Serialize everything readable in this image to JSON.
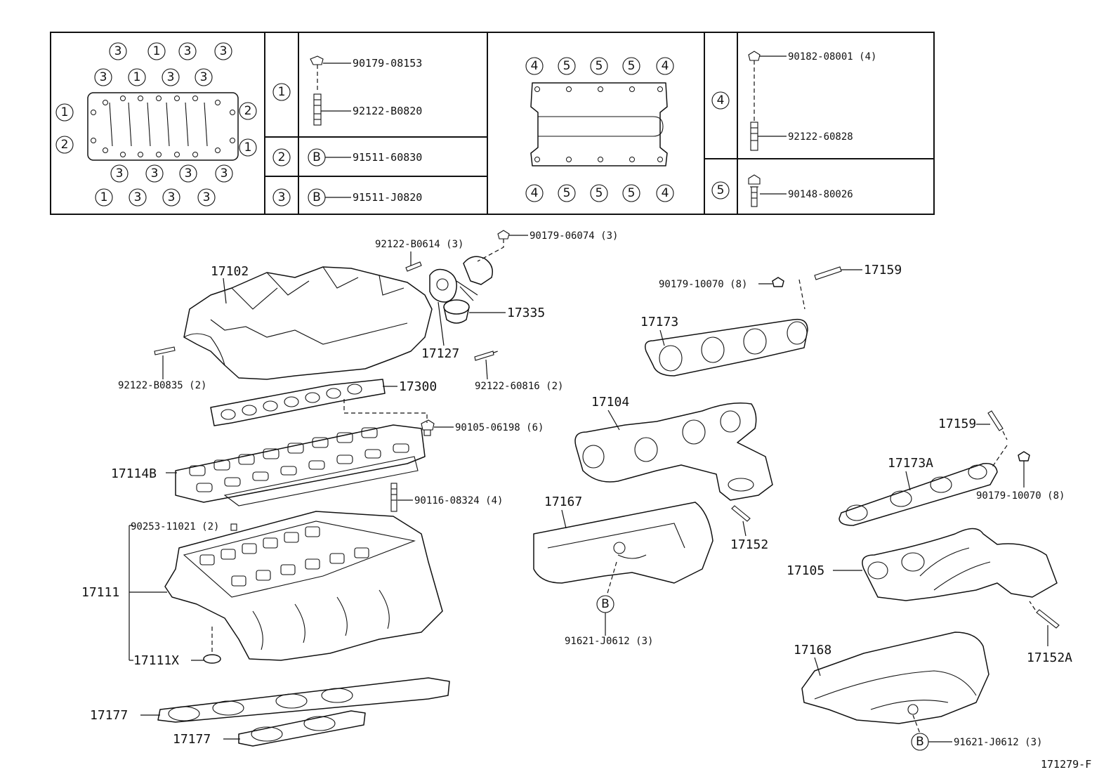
{
  "diagram_id": "171279-F",
  "table": {
    "layout_callouts": {
      "top_row1": [
        "3",
        "1",
        "3",
        "3"
      ],
      "top_row2": [
        "3",
        "1",
        "3",
        "3"
      ],
      "left": [
        "1",
        "2"
      ],
      "right": [
        "2",
        "1"
      ],
      "bottom_row1": [
        "3",
        "3",
        "3",
        "3"
      ],
      "bottom_row2": [
        "1",
        "3",
        "3",
        "3"
      ]
    },
    "row1": {
      "key": "1",
      "nut": "90179-08153",
      "stud": "92122-B0820"
    },
    "row2": {
      "key": "2",
      "marker": "B",
      "part": "91511-60830"
    },
    "row3": {
      "key": "3",
      "marker": "B",
      "part": "91511-J0820"
    },
    "gasket_callouts": {
      "top": [
        "4",
        "5",
        "5",
        "5",
        "4"
      ],
      "bottom": [
        "4",
        "5",
        "5",
        "5",
        "4"
      ]
    },
    "row4": {
      "key": "4",
      "nut": "90182-08001 (4)",
      "stud": "92122-60828"
    },
    "row5": {
      "key": "5",
      "bolt": "90148-80026"
    }
  },
  "parts": {
    "p90179_06074": "90179-06074 (3)",
    "p92122_B0614": "92122-B0614 (3)",
    "p17102": "17102",
    "p17335": "17335",
    "p17127": "17127",
    "p92122_B0835": "92122-B0835 (2)",
    "p92122_60816": "92122-60816 (2)",
    "p17300": "17300",
    "p90105_06198": "90105-06198 (6)",
    "p17114B": "17114B",
    "p90116_08324": "90116-08324 (4)",
    "p90253_11021": "90253-11021 (2)",
    "p17111": "17111",
    "p17111X": "17111X",
    "p17177a": "17177",
    "p17177b": "17177",
    "p90179_10070a": "90179-10070 (8)",
    "p17159a": "17159",
    "p17173": "17173",
    "p17104": "17104",
    "p17167": "17167",
    "p17152": "17152",
    "markerB1": "B",
    "p91621_J0612a": "91621-J0612 (3)",
    "p17159b": "17159",
    "p17173A": "17173A",
    "p90179_10070b": "90179-10070 (8)",
    "p17105": "17105",
    "p17152A": "17152A",
    "p17168": "17168",
    "markerB2": "B",
    "p91621_J0612b": "91621-J0612 (3)"
  }
}
